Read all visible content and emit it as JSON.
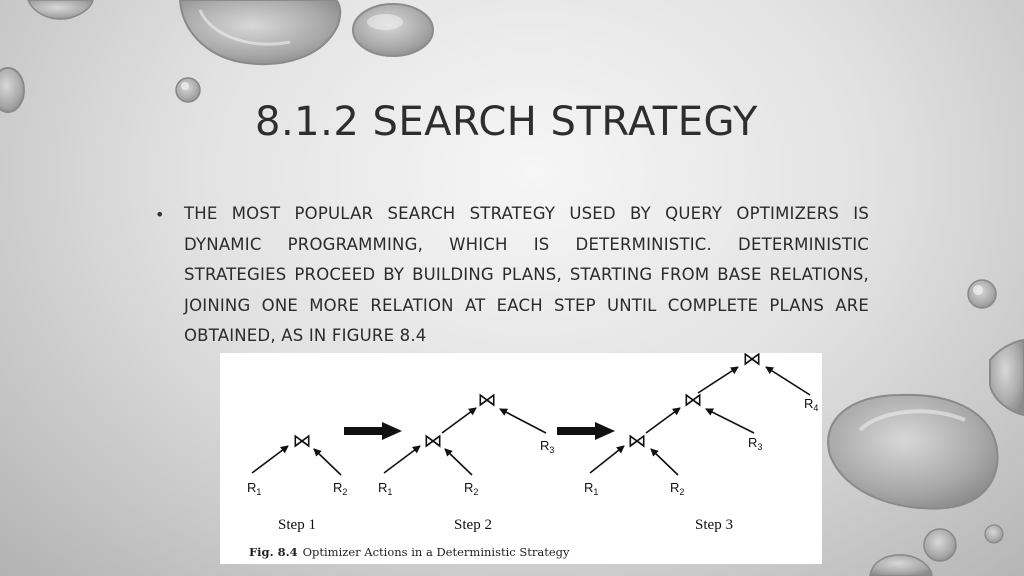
{
  "slide": {
    "title": "8.1.2 SEARCH STRATEGY",
    "bullet": "The most popular search strategy used by query optimizers is dynamic programming, which is deterministic. Deterministic strategies proceed by building plans, starting from base relations, joining one more relation at each step until complete plans are obtained, as in Figure 8.4"
  },
  "figure": {
    "caption_label": "Fig. 8.4",
    "caption_text": "Optimizer Actions in a Deterministic Strategy",
    "join_symbol": "⋈",
    "steps": [
      {
        "label": "Step 1",
        "relations": [
          "1",
          "2"
        ]
      },
      {
        "label": "Step 2",
        "relations": [
          "1",
          "2",
          "3"
        ]
      },
      {
        "label": "Step 3",
        "relations": [
          "1",
          "2",
          "3",
          "4"
        ]
      }
    ],
    "relation_letter": "R"
  },
  "colors": {
    "title": "#2e2e2e",
    "text": "#2b2b2b",
    "figure_bg": "#ffffff"
  }
}
